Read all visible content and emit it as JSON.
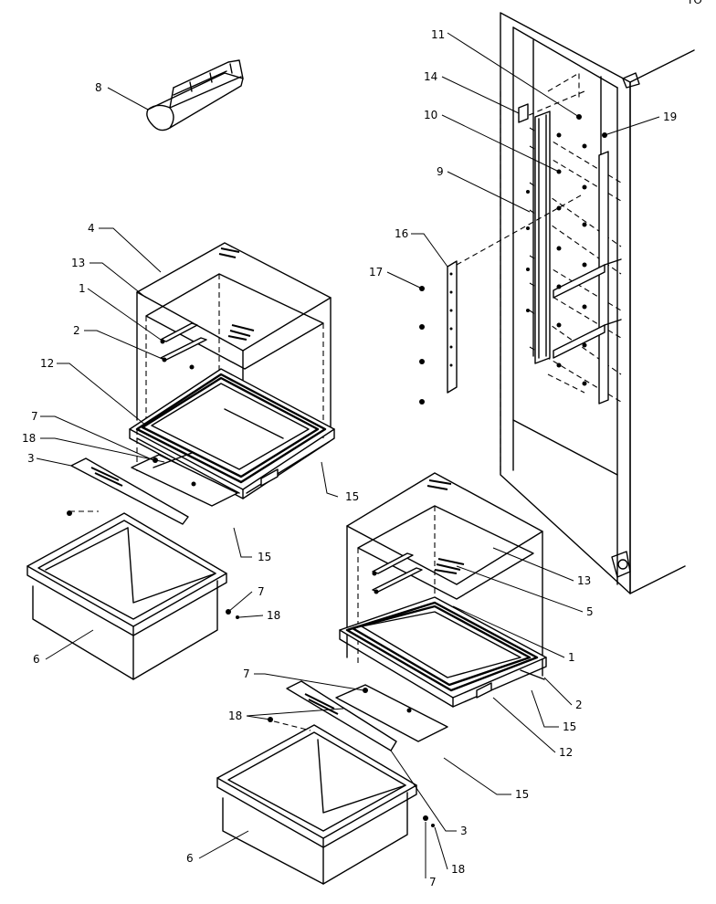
{
  "corner_label": "TO",
  "callouts": [
    {
      "id": "c-11a",
      "text": "11"
    },
    {
      "id": "c-14",
      "text": "14"
    },
    {
      "id": "c-19",
      "text": "19"
    },
    {
      "id": "c-10",
      "text": "10"
    },
    {
      "id": "c-9",
      "text": "9"
    },
    {
      "id": "c-16",
      "text": "16"
    },
    {
      "id": "c-17",
      "text": "17"
    },
    {
      "id": "c-8",
      "text": "8"
    },
    {
      "id": "c-4",
      "text": "4"
    },
    {
      "id": "c-13a",
      "text": "13"
    },
    {
      "id": "c-1a",
      "text": "1"
    },
    {
      "id": "c-2a",
      "text": "2"
    },
    {
      "id": "c-12a",
      "text": "12"
    },
    {
      "id": "c-7a",
      "text": "7"
    },
    {
      "id": "c-18a",
      "text": "18"
    },
    {
      "id": "c-3a",
      "text": "3"
    },
    {
      "id": "c-15a",
      "text": "15"
    },
    {
      "id": "c-15b",
      "text": "15"
    },
    {
      "id": "c-7b",
      "text": "7"
    },
    {
      "id": "c-18b",
      "text": "18"
    },
    {
      "id": "c-6a",
      "text": "6"
    },
    {
      "id": "c-13b",
      "text": "13"
    },
    {
      "id": "c-5",
      "text": "5"
    },
    {
      "id": "c-1b",
      "text": "1"
    },
    {
      "id": "c-2b",
      "text": "2"
    },
    {
      "id": "c-7c",
      "text": "7"
    },
    {
      "id": "c-18c",
      "text": "18"
    },
    {
      "id": "c-15c",
      "text": "15"
    },
    {
      "id": "c-12b",
      "text": "12"
    },
    {
      "id": "c-15d",
      "text": "15"
    },
    {
      "id": "c-3b",
      "text": "3"
    },
    {
      "id": "c-6b",
      "text": "6"
    },
    {
      "id": "c-18d",
      "text": "18"
    },
    {
      "id": "c-7d",
      "text": "7"
    }
  ]
}
